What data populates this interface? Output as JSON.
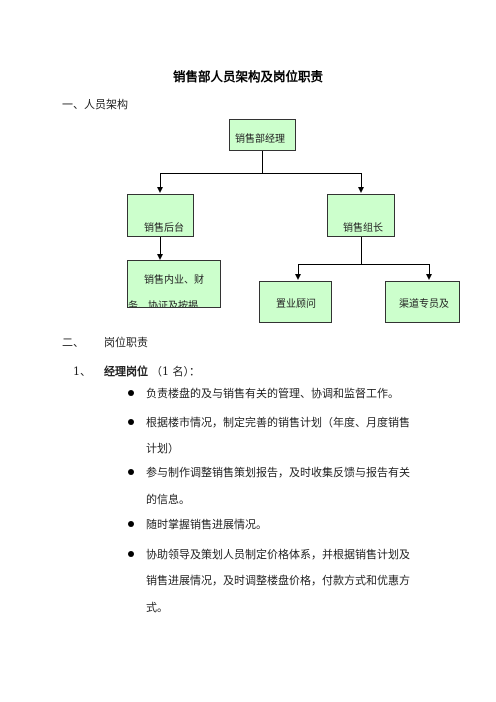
{
  "title": "销售部人员架构及岗位职责",
  "section1": "一、人员架构",
  "org": {
    "manager": "销售部经理",
    "back_office": "销售后台",
    "team_lead": "销售组长",
    "back_office_child_line1": "销售内业、财",
    "back_office_child_line2": "务、协证及按揭",
    "consultant": "置业顾问",
    "channel": "渠道专员及"
  },
  "section2": {
    "number": "二、",
    "label": "岗位职责"
  },
  "item1": {
    "number": "1、",
    "title": "经理岗位",
    "count": "（1 名）："
  },
  "bullets": [
    {
      "lines": [
        "负责楼盘的及与销售有关的管理、协调和监督工作。"
      ]
    },
    {
      "lines": [
        "根据楼市情况，制定完善的销售计划（年度、月度销售",
        "计划）"
      ]
    },
    {
      "lines": [
        "参与制作调整销售策划报告，及时收集反馈与报告有关",
        "的信息。"
      ]
    },
    {
      "lines": [
        "随时掌握销售进展情况。"
      ]
    },
    {
      "lines": [
        "协助领导及策划人员制定价格体系，并根据销售计划及",
        "销售进展情况，及时调整楼盘价格，付款方式和优惠方",
        "式。"
      ]
    }
  ]
}
